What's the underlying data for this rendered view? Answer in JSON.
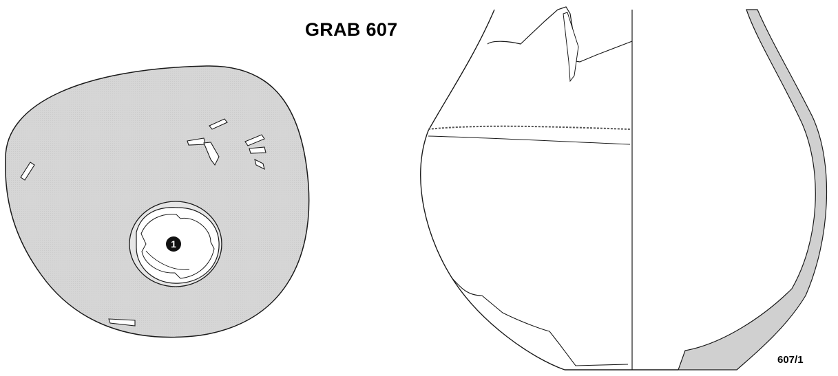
{
  "title": "GRAB 607",
  "find_number_label": "607/1",
  "find_markers": [
    {
      "number": "1"
    }
  ],
  "colors": {
    "grave_fill": "#d3d3d3",
    "outline": "#1a1a1a",
    "marker_fill": "#111111",
    "marker_text": "#ffffff",
    "section_fill": "#d0d0d0"
  }
}
